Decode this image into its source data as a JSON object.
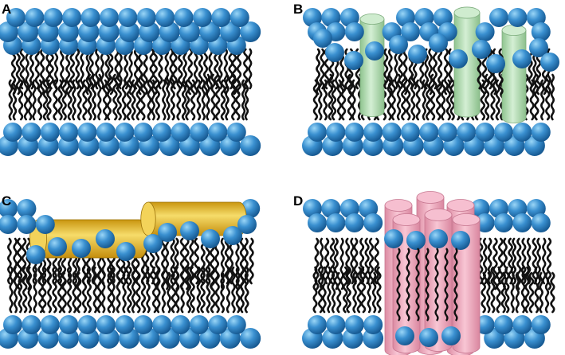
{
  "panels": [
    {
      "letter": "A",
      "peptide": "none"
    },
    {
      "letter": "B",
      "peptide": "transmembrane-cylinders"
    },
    {
      "letter": "C",
      "peptide": "surface-cylinders"
    },
    {
      "letter": "D",
      "peptide": "pore-bundle"
    }
  ],
  "colors": {
    "headgroup": "#2f86c8",
    "headgroup_light": "#8fd0f5",
    "headgroup_dark": "#0f4f86",
    "tail": "#111111",
    "cylinder_green": "#b5ddb5",
    "cylinder_yellow": "#e7bd2c",
    "cylinder_pink": "#f0aac0"
  }
}
